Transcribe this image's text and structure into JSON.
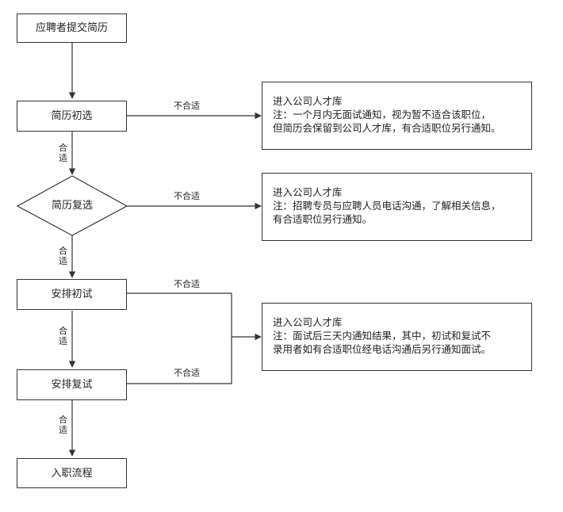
{
  "nodes": {
    "submit_resume": "应聘者提交简历",
    "resume_screen": "简历初选",
    "resume_review": "简历复选",
    "first_interview": "安排初试",
    "second_interview": "安排复试",
    "onboarding": "入职流程"
  },
  "labels": {
    "pass": "合适",
    "fail": "不合适"
  },
  "notes": {
    "note1": {
      "title": "进入公司人才库",
      "line1": "注：一个月内无面试通知，视为暂不适合该职位，",
      "line2": "但简历会保留到公司人才库，有合适职位另行通知。"
    },
    "note2": {
      "title": "进入公司人才库",
      "line1": "注：招聘专员与应聘人员电话沟通，了解相关信息，",
      "line2": "有合适职位另行通知。"
    },
    "note3": {
      "title": "进入公司人才库",
      "line1": "注：面试后三天内通知结果，其中，初试和复试不",
      "line2": "录用者如有合适职位经电话沟通后另行通知面试。"
    }
  }
}
